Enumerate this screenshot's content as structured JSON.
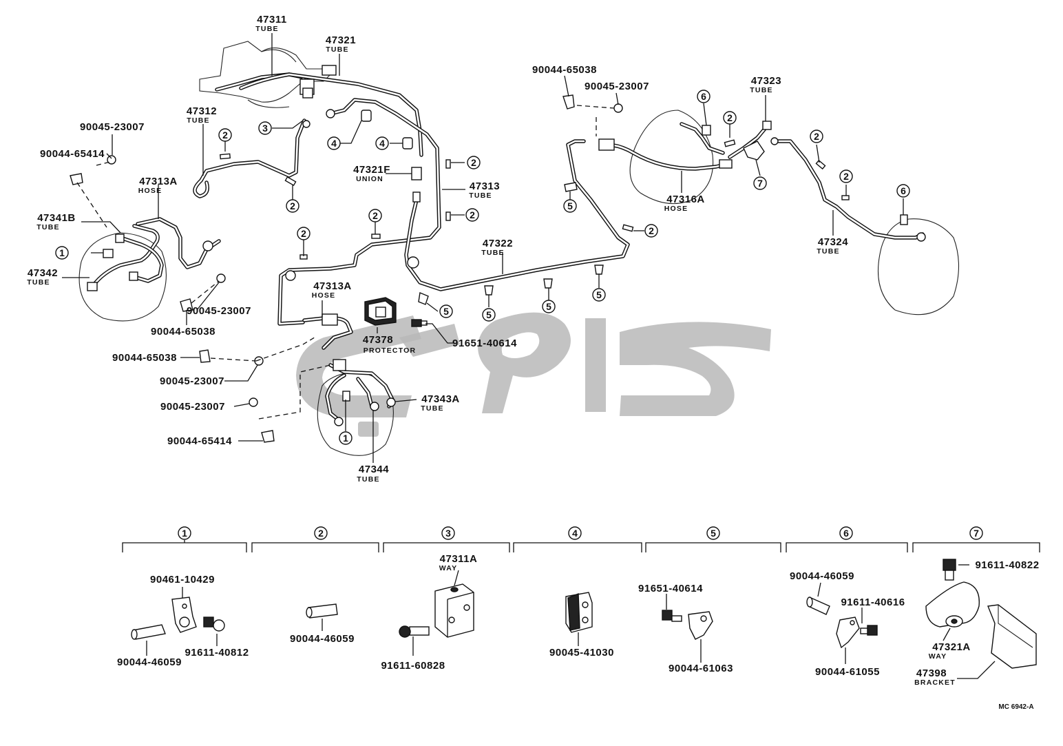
{
  "diagram": {
    "callouts": [
      {
        "id": "c-47311",
        "number": "47311",
        "name": "TUBE"
      },
      {
        "id": "c-47321",
        "number": "47321",
        "name": "TUBE"
      },
      {
        "id": "c-47312",
        "number": "47312",
        "name": "TUBE"
      },
      {
        "id": "c-47313A-top",
        "number": "47313A",
        "name": "HOSE"
      },
      {
        "id": "c-47341B",
        "number": "47341B",
        "name": "TUBE"
      },
      {
        "id": "c-47342",
        "number": "47342",
        "name": "TUBE"
      },
      {
        "id": "c-47321F",
        "number": "47321F",
        "name": "UNION"
      },
      {
        "id": "c-47313",
        "number": "47313",
        "name": "TUBE"
      },
      {
        "id": "c-47313A-mid",
        "number": "47313A",
        "name": "HOSE"
      },
      {
        "id": "c-47378",
        "number": "47378",
        "name": "PROTECTOR"
      },
      {
        "id": "c-47322",
        "number": "47322",
        "name": "TUBE"
      },
      {
        "id": "c-47343A",
        "number": "47343A",
        "name": "TUBE"
      },
      {
        "id": "c-47344",
        "number": "47344",
        "name": "TUBE"
      },
      {
        "id": "c-47323",
        "number": "47323",
        "name": "TUBE"
      },
      {
        "id": "c-47316A",
        "number": "47316A",
        "name": "HOSE"
      },
      {
        "id": "c-47324",
        "number": "47324",
        "name": "TUBE"
      }
    ],
    "part_numbers": {
      "p1": "90045-23007",
      "p2": "90044-65414",
      "p3": "90045-23007",
      "p4": "90044-65038",
      "p5": "91651-40614",
      "p6": "90044-65038",
      "p7": "90045-23007",
      "p8": "90045-23007",
      "p9": "90044-65414",
      "p10": "90044-65038",
      "p11": "90045-23007"
    },
    "circle_labels": [
      "1",
      "2",
      "3",
      "4",
      "5",
      "6",
      "7"
    ],
    "detail_groups": [
      {
        "number": "1",
        "parts": [
          "90461-10429",
          "90044-46059",
          "91611-40812"
        ]
      },
      {
        "number": "2",
        "parts": [
          "90044-46059"
        ]
      },
      {
        "number": "3",
        "callout_number": "47311A",
        "callout_name": "WAY",
        "parts": [
          "91611-60828"
        ]
      },
      {
        "number": "4",
        "parts": [
          "90045-41030"
        ]
      },
      {
        "number": "5",
        "parts": [
          "91651-40614",
          "90044-61063"
        ]
      },
      {
        "number": "6",
        "parts": [
          "90044-46059",
          "91611-40616",
          "90044-61055"
        ]
      },
      {
        "number": "7",
        "parts": [
          "91611-40822"
        ],
        "callouts": [
          {
            "number": "47321A",
            "name": "WAY"
          },
          {
            "number": "47398",
            "name": "BRACKET"
          }
        ]
      }
    ],
    "figure_code": "MC 6942-A"
  }
}
